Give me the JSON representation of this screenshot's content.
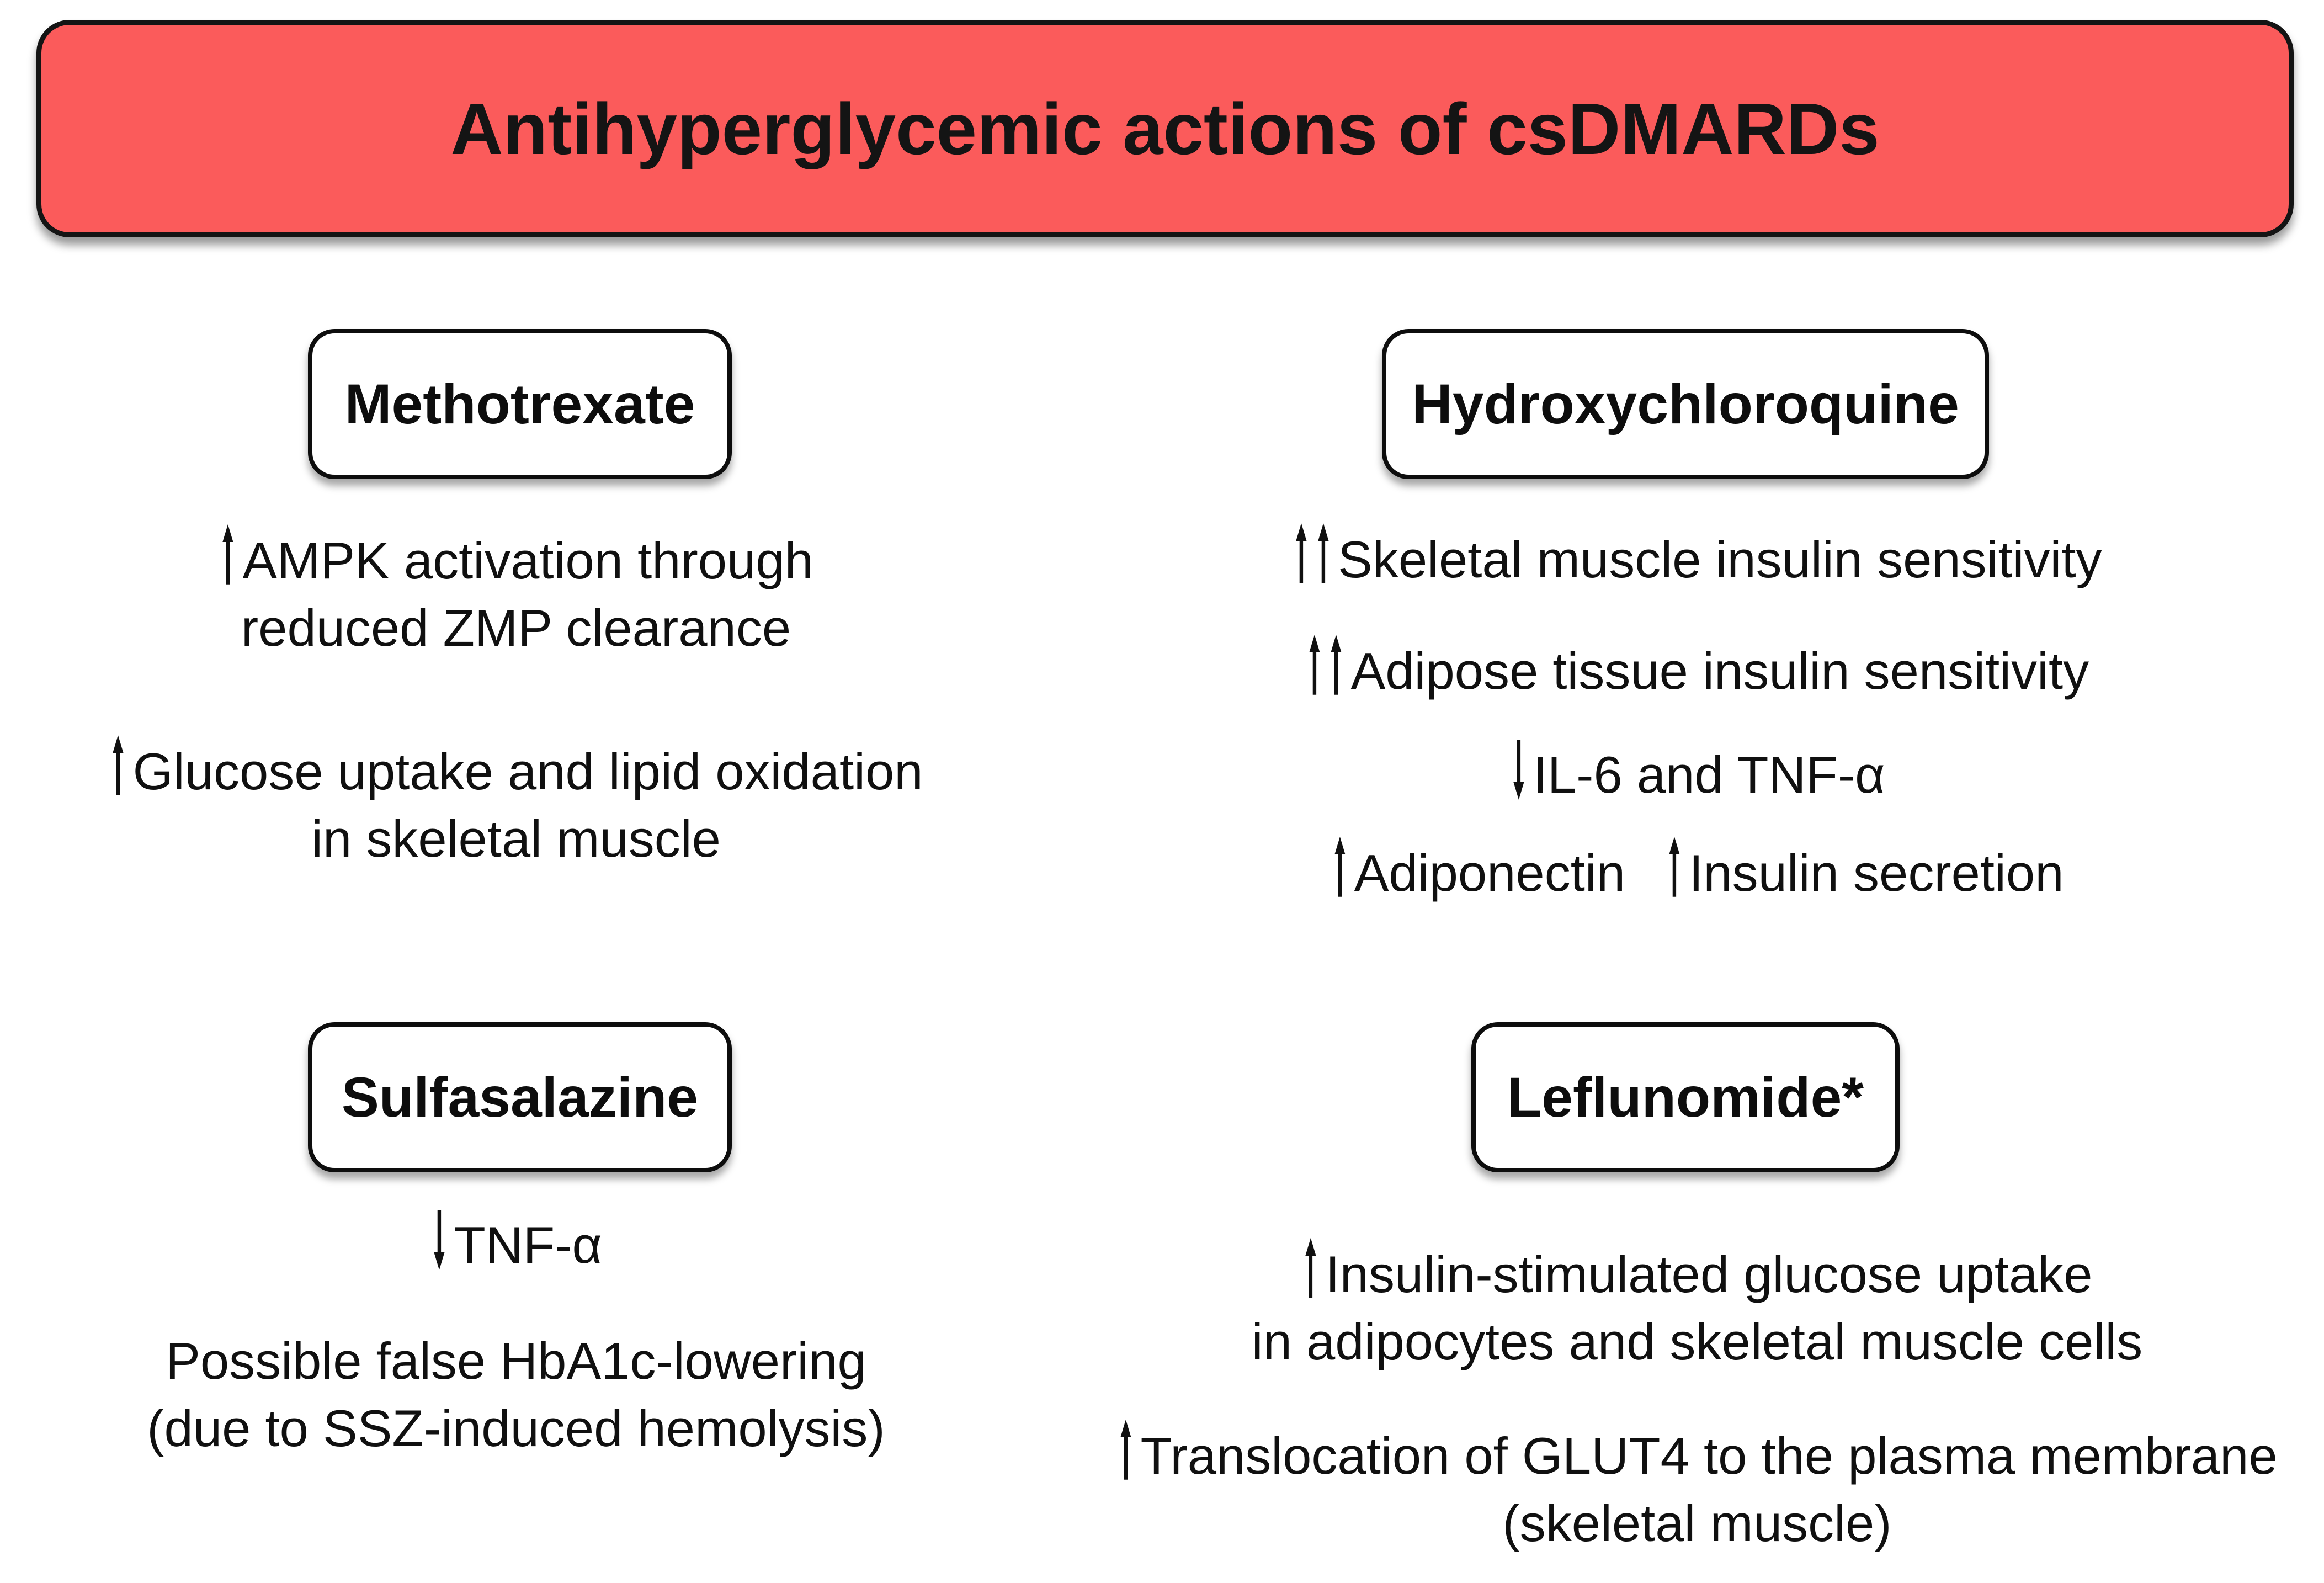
{
  "title": "Antihyperglycemic actions of csDMARDs",
  "colors": {
    "banner_background": "#fb5b5b",
    "banner_border": "#141414",
    "box_border": "#0d0d0d",
    "text": "#101010"
  },
  "icons": {
    "up_arrow": "↑",
    "double_up_arrow": "↑↑",
    "down_arrow": "↓"
  },
  "sections": {
    "methotrexate": {
      "label": "Methotrexate",
      "items": [
        {
          "arrow": "↑",
          "line1": "AMPK activation through",
          "line2": "reduced ZMP clearance"
        },
        {
          "arrow": "↑",
          "line1": "Glucose uptake and lipid oxidation",
          "line2": "in skeletal muscle"
        }
      ]
    },
    "hydroxychloroquine": {
      "label": "Hydroxychloroquine",
      "items": [
        {
          "arrow": "↑↑",
          "line1": "Skeletal muscle insulin sensitivity"
        },
        {
          "arrow": "↑↑",
          "line1": "Adipose tissue insulin sensitivity"
        },
        {
          "arrow": "↓",
          "line1": "IL-6 and TNF-α"
        },
        {
          "arrow": "↑",
          "text": "Adiponectin",
          "arrow2": "↑",
          "text2": "Insulin secretion"
        }
      ]
    },
    "sulfasalazine": {
      "label": "Sulfasalazine",
      "items": [
        {
          "arrow": "↓",
          "line1": "TNF-α"
        },
        {
          "line1": "Possible false HbA1c-lowering",
          "line2": "(due to SSZ-induced hemolysis)"
        }
      ]
    },
    "leflunomide": {
      "label": "Leflunomide*",
      "items": [
        {
          "arrow": "↑",
          "line1": "Insulin-stimulated glucose uptake",
          "line2": "in adipocytes and skeletal muscle cells"
        },
        {
          "arrow": "↑",
          "line1": "Translocation of GLUT4 to the plasma membrane",
          "line2": "(skeletal muscle)"
        }
      ]
    }
  }
}
